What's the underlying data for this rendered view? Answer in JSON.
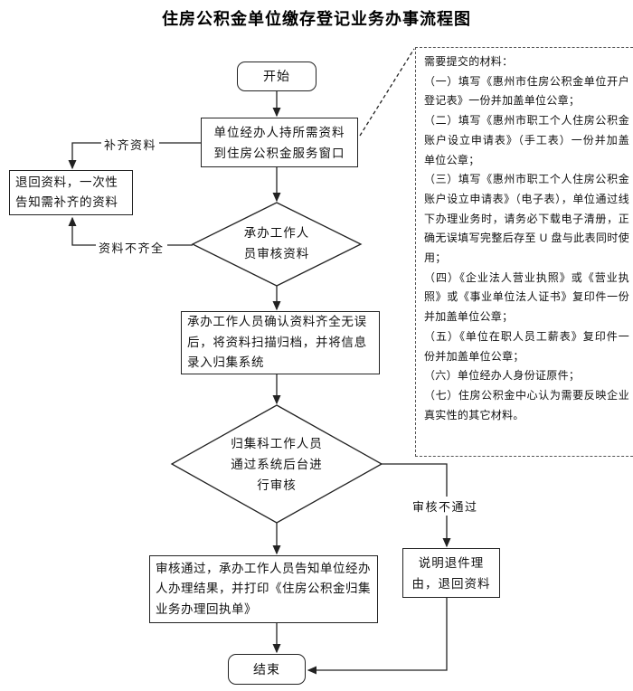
{
  "title": "住房公积金单位缴存登记业务办事流程图",
  "nodes": {
    "start": "开始",
    "submit": "单位经办人持所需资料\n到住房公积金服务窗口",
    "return_info": "退回资料，一次性\n告知需补齐的资料",
    "review_counter": "承办工作人\n员审核资料",
    "archive": "承办工作人员确认资料齐全无误\n后，将资料扫描归档，并将信息\n录入归集系统",
    "review_backoffice": "归集科工作人员\n通过系统后台进\n行审核",
    "reject": "说明退件理\n由，退回资料",
    "result": "审核通过，承办工作人员告知单位经办\n人办理结果，并打印《住房公积金归集\n业务办理回执单》",
    "end": "结束"
  },
  "edge_labels": {
    "supplement": "补齐资料",
    "incomplete": "资料不齐全",
    "fail": "审核不通过"
  },
  "materials": {
    "heading": "需要提交的材料：",
    "items": [
      "（一）填写《惠州市住房公积金单位开户登记表》一份并加盖单位公章；",
      "（二）填写《惠州市职工个人住房公积金账户设立申请表》（手工表）一份并加盖单位公章；",
      "（三）填写《惠州市职工个人住房公积金账户设立申请表》（电子表），单位通过线下办理业务时，请务必下载电子清册，正确无误填写完整后存至 U 盘与此表同时使用；",
      "（四）《企业法人营业执照》或《营业执照》或《事业单位法人证书》复印件一份并加盖单位公章；",
      "（五）《单位在职人员工薪表》复印件一份并加盖单位公章；",
      "（六）单位经办人身份证原件；",
      "（七）住房公积金中心认为需要反映企业真实性的其它材料。"
    ]
  },
  "colors": {
    "line": "#222222",
    "background": "#ffffff"
  }
}
